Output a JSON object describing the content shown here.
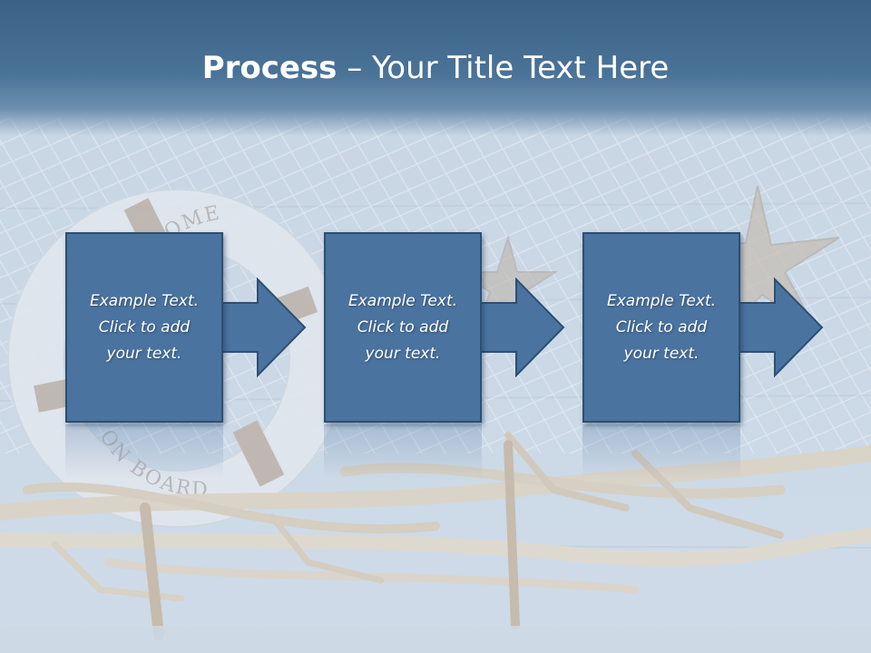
{
  "slide": {
    "title_strong": "Process",
    "title_rest": " – Your Title Text Here"
  },
  "steps": [
    {
      "text": "Example Text.\nClick  to add\nyour text."
    },
    {
      "text": "Example Text.\nClick  to add\nyour text."
    },
    {
      "text": "Example Text.\nClick  to add\nyour text."
    }
  ],
  "background": {
    "lifebuoy_text_top": "WELCOME",
    "lifebuoy_text_bottom": "ON BOARD"
  },
  "colors": {
    "title_band": "#416a90",
    "shape_fill": "#4a73a0",
    "shape_border": "#2d4f73",
    "text": "#ffffff"
  }
}
